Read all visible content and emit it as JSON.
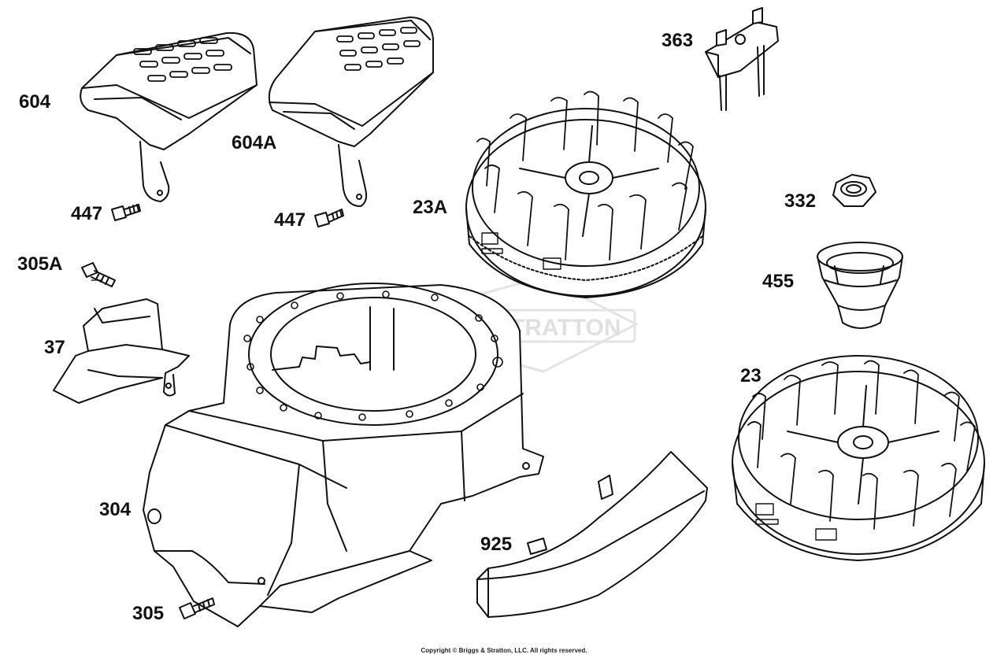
{
  "diagram": {
    "watermark": "BRIGGS&STRATTON",
    "copyright": "Copyright © Briggs & Stratton, LLC. All rights reserved.",
    "callouts": {
      "c604": "604",
      "c604a": "604A",
      "c447a": "447",
      "c447b": "447",
      "c305a": "305A",
      "c37": "37",
      "c304": "304",
      "c305": "305",
      "c23a": "23A",
      "c363": "363",
      "c332": "332",
      "c455": "455",
      "c23": "23",
      "c925": "925"
    }
  }
}
